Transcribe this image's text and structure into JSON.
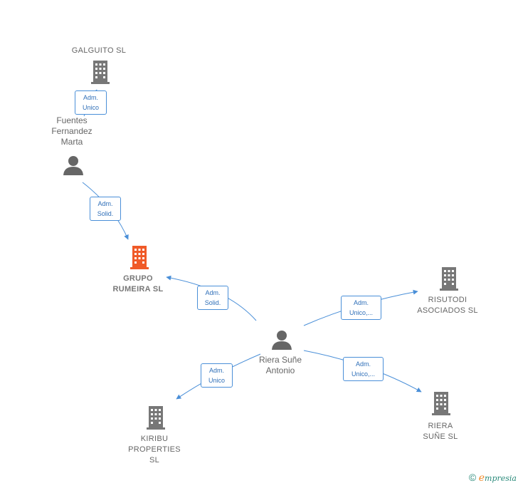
{
  "colors": {
    "edge": "#4a8fd8",
    "building": "#777777",
    "building_main": "#f05a28",
    "person": "#666666"
  },
  "nodes": {
    "galguito": {
      "label": "GALGUITO  SL",
      "icon": "building-icon"
    },
    "fuentes": {
      "label": "Fuentes\nFernandez\nMarta",
      "icon": "person-icon"
    },
    "grupo": {
      "label": "GRUPO\nRUMEIRA  SL",
      "icon": "building-icon"
    },
    "riera_person": {
      "label": "Riera Suñe\nAntonio",
      "icon": "person-icon"
    },
    "risutodi": {
      "label": "RISUTODI\nASOCIADOS SL",
      "icon": "building-icon"
    },
    "riera_sl": {
      "label": "RIERA\nSUÑE  SL",
      "icon": "building-icon"
    },
    "kiribu": {
      "label": "KIRIBU\nPROPERTIES\nSL",
      "icon": "building-icon"
    }
  },
  "edges": {
    "fuentes_galguito": "Adm.\nUnico",
    "fuentes_grupo": "Adm.\nSolid.",
    "riera_grupo": "Adm.\nSolid.",
    "riera_risutodi": "Adm.\nUnico,...",
    "riera_rierasl": "Adm.\nUnico,...",
    "riera_kiribu": "Adm.\nUnico"
  },
  "footer": {
    "copyright": "©",
    "brand_initial": "e",
    "brand_rest": "mpresia"
  }
}
